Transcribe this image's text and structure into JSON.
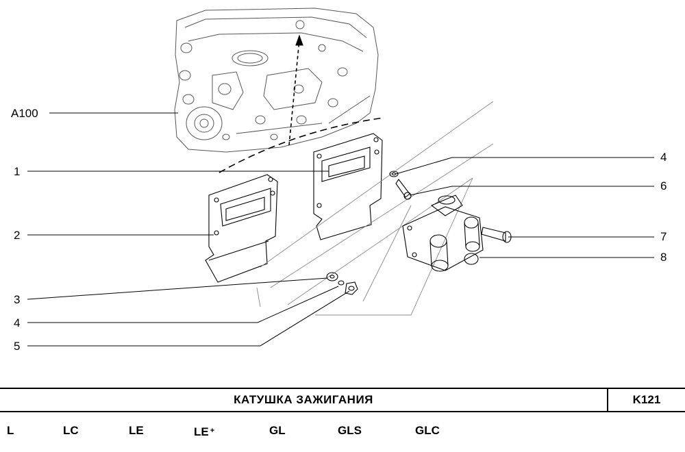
{
  "diagram": {
    "reference_label": "A100",
    "callouts_left": [
      "1",
      "2",
      "3",
      "4",
      "5"
    ],
    "callouts_right": [
      "4",
      "6",
      "7",
      "8"
    ]
  },
  "title_bar": {
    "title": "КАТУШКА  ЗАЖИГАНИЯ",
    "code": "K121"
  },
  "variants": [
    {
      "label": "L",
      "suffix": ""
    },
    {
      "label": "LC",
      "suffix": ""
    },
    {
      "label": "LE",
      "suffix": ""
    },
    {
      "label": "LE",
      "suffix": "+"
    },
    {
      "label": "GL",
      "suffix": ""
    },
    {
      "label": "GLS",
      "suffix": ""
    },
    {
      "label": "GLC",
      "suffix": ""
    }
  ]
}
